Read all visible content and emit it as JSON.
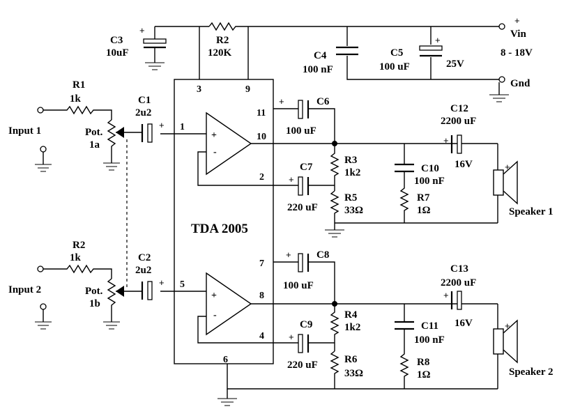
{
  "supply": {
    "plus": "+",
    "vin": "Vin",
    "range": "8 - 18V",
    "gnd": "Gnd"
  },
  "ic": {
    "name": "TDA 2005",
    "pins": {
      "p1": "1",
      "p2": "2",
      "p3": "3",
      "p4": "4",
      "p5": "5",
      "p6": "6",
      "p7": "7",
      "p8": "8",
      "p9": "9",
      "p10": "10",
      "p11": "11"
    },
    "opamp_plus": "+",
    "opamp_minus": "-"
  },
  "channel1": {
    "input": "Input 1",
    "r_in": {
      "name": "R1",
      "value": "1k"
    },
    "pot": {
      "name": "Pot.",
      "value": "1a"
    },
    "c_in": {
      "name": "C1",
      "value": "2u2",
      "plus": "+"
    },
    "c_boot": {
      "name": "C6",
      "value": "100 uF",
      "plus": "+"
    },
    "c_fb": {
      "name": "C7",
      "value": "220 uF",
      "plus": "+"
    },
    "r_fb": {
      "name": "R3",
      "value": "1k2"
    },
    "r_fb2": {
      "name": "R5",
      "value": "33Ω"
    },
    "c_zob": {
      "name": "C10",
      "value": "100 nF"
    },
    "r_zob": {
      "name": "R7",
      "value": "1Ω"
    },
    "c_out": {
      "name": "C12",
      "value": "2200 uF",
      "rating": "16V",
      "plus": "+"
    },
    "speaker": {
      "name": "Speaker 1",
      "plus": "+"
    }
  },
  "channel2": {
    "input": "Input 2",
    "r_in": {
      "name": "R2",
      "value": "1k"
    },
    "pot": {
      "name": "Pot.",
      "value": "1b"
    },
    "c_in": {
      "name": "C2",
      "value": "2u2",
      "plus": "+"
    },
    "c_boot": {
      "name": "C8",
      "value": "100 uF",
      "plus": "+"
    },
    "c_fb": {
      "name": "C9",
      "value": "220 uF",
      "plus": "+"
    },
    "r_fb": {
      "name": "R4",
      "value": "1k2"
    },
    "r_fb2": {
      "name": "R6",
      "value": "33Ω"
    },
    "c_zob": {
      "name": "C11",
      "value": "100 nF"
    },
    "r_zob": {
      "name": "R8",
      "value": "1Ω"
    },
    "c_out": {
      "name": "C13",
      "value": "2200 uF",
      "rating": "16V",
      "plus": "+"
    },
    "speaker": {
      "name": "Speaker 2",
      "plus": "+"
    }
  },
  "top": {
    "c3": {
      "name": "C3",
      "value": "10uF",
      "plus": "+"
    },
    "r2": {
      "name": "R2",
      "value": "120K"
    },
    "c4": {
      "name": "C4",
      "value": "100 nF"
    },
    "c5": {
      "name": "C5",
      "value": "100 uF",
      "rating": "25V",
      "plus": "+"
    }
  }
}
